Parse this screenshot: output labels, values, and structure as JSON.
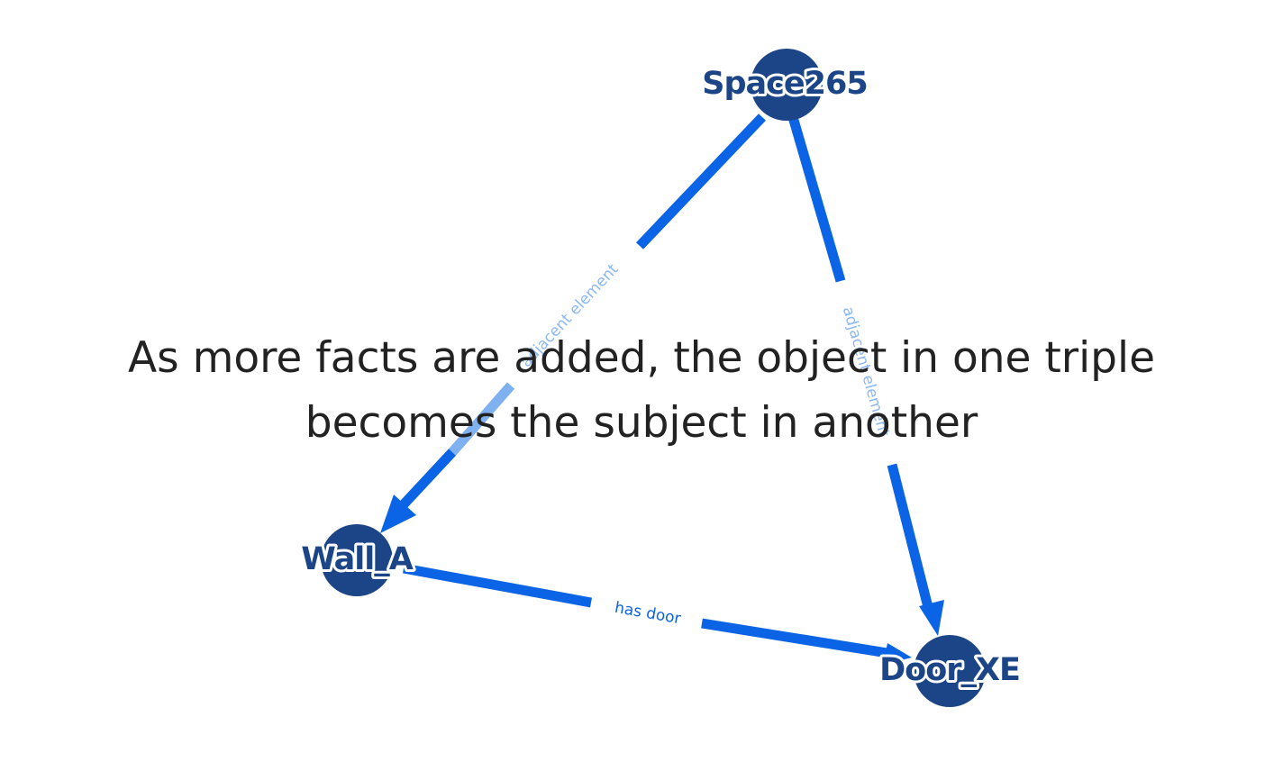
{
  "caption": {
    "line1": "As more facts are added, the object in one triple",
    "line2": "becomes the subject in another"
  },
  "graph": {
    "nodes": {
      "space": "Space265",
      "wall": "Wall_A",
      "door": "Door_XE"
    },
    "edges": {
      "space_to_wall": "adjacent element",
      "space_to_door": "adjacent element",
      "wall_to_door": "has door"
    }
  },
  "colors": {
    "node": "#1b4587",
    "edge": "#0b63e5",
    "edge_faded": "#7fb0f0",
    "caption": "#222222",
    "background": "#ffffff"
  }
}
